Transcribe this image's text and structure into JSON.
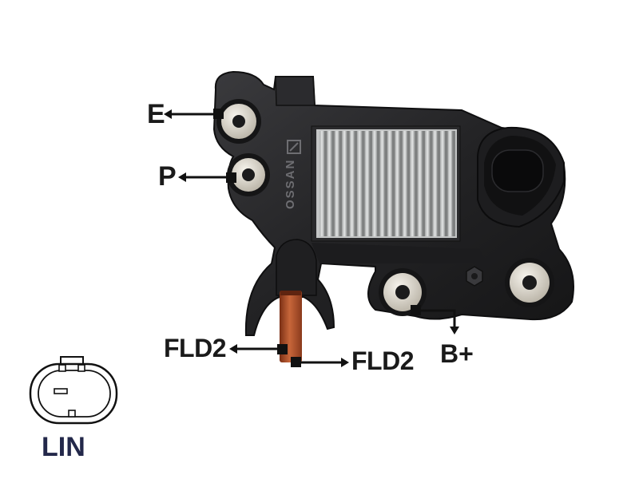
{
  "labels": {
    "e": "E",
    "p": "P",
    "fld2_left": "FLD2",
    "fld2_right": "FLD2",
    "b_plus": "B+",
    "lin": "LIN"
  },
  "product": {
    "brand_marking": "OSSAN",
    "body_color": "#232325",
    "heatsink_color": "#c4c6c6",
    "brush_color": "#b3552e",
    "washer_color": "#e3ded4"
  },
  "icons": {
    "connector_pinout": "lin-connector-pinout-icon"
  }
}
